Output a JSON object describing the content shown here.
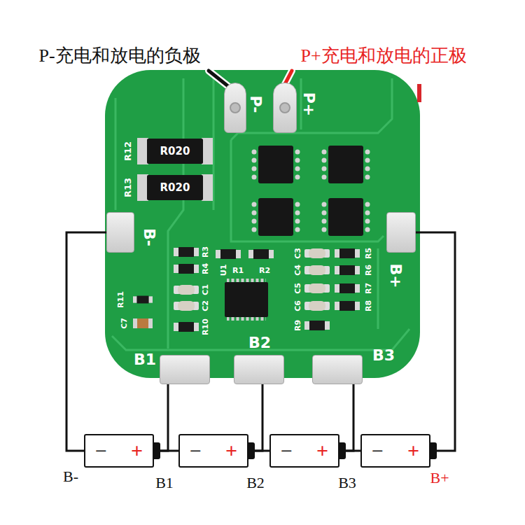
{
  "diagram": {
    "nodes": [
      {
        "text": [
          "P-"
        ]
      },
      {
        "text": [
          "P+"
        ]
      },
      {
        "text": [
          "B-"
        ]
      },
      {
        "text": [
          "B+"
        ]
      },
      {
        "text": [
          "B1"
        ]
      },
      {
        "text": [
          "B2"
        ]
      },
      {
        "text": [
          "B3"
        ]
      },
      {
        "text": [
          "−",
          "+"
        ]
      },
      {
        "text": [
          "−",
          "+"
        ]
      },
      {
        "text": [
          "−",
          "+"
        ]
      },
      {
        "text": [
          "−",
          "+"
        ]
      }
    ],
    "edges": [
      {
        "from": 2,
        "to": 7,
        "arrow": "none"
      },
      {
        "from": 4,
        "to": 7,
        "arrow": "none"
      },
      {
        "from": 5,
        "to": 8,
        "arrow": "none"
      },
      {
        "from": 6,
        "to": 9,
        "arrow": "none"
      },
      {
        "from": 3,
        "to": 10,
        "arrow": "none"
      },
      {
        "from": 7,
        "to": 8,
        "arrow": "none"
      },
      {
        "from": 8,
        "to": 9,
        "arrow": "none"
      },
      {
        "from": 9,
        "to": 10,
        "arrow": "none"
      }
    ],
    "labels": [
      "P-充电和放电的负极",
      "P+充电和放电的正极",
      "R12",
      "R13",
      "R020",
      "R020",
      "R3",
      "R4",
      "C1",
      "C2",
      "R10",
      "U1",
      "R1",
      "R2",
      "C3",
      "C4",
      "C5",
      "C6",
      "R9",
      "R5",
      "R6",
      "R7",
      "R8",
      "R11",
      "C7",
      "B-",
      "B1",
      "B2",
      "B3",
      "B+"
    ]
  }
}
